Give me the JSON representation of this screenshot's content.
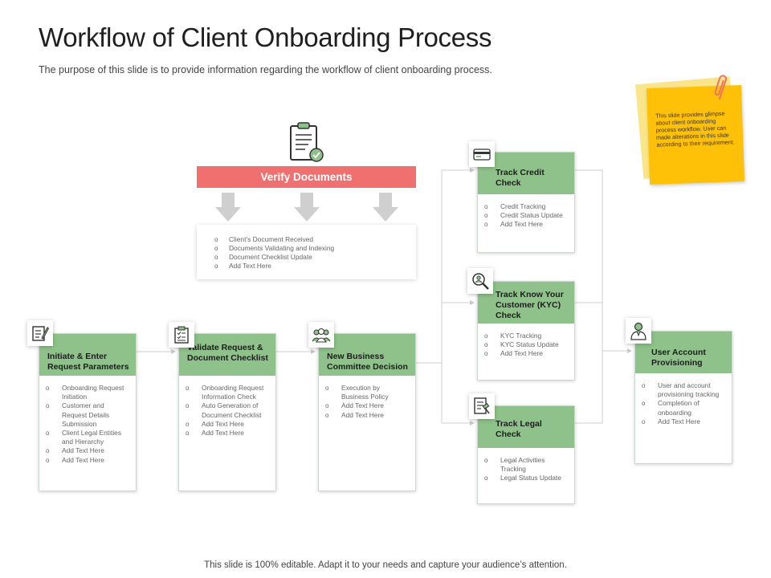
{
  "slide": {
    "title": "Workflow of Client Onboarding Process",
    "subtitle": "The purpose of this slide is to provide information regarding the workflow of client onboarding process.",
    "footer": "This slide is 100% editable. Adapt it to your needs and capture your audience’s attention.",
    "sticky_note": "This slide provides glimpse about client onboarding process workflow. User can made alterations in this slide according to their requirement."
  },
  "verify": {
    "title": "Verify Documents",
    "icon": "clipboard-check-icon",
    "items": [
      "Client’s Document Received",
      "Documents Validating  and Indexing",
      "Document Checklist Update",
      "Add Text Here"
    ]
  },
  "steps": [
    {
      "title": "Initiate & Enter Request Parameters",
      "icon": "form-edit-icon",
      "items": [
        "Onboarding Request Initiation",
        "Customer and Request Details Submission",
        "Client Legal Entities and Hierarchy",
        "Add Text  Here",
        "Add Text  Here"
      ]
    },
    {
      "title": "Validate Request & Document Checklist",
      "icon": "checklist-icon",
      "items": [
        "Onboarding Request Information Check",
        "Auto Generation of Document Checklist",
        "Add Text  Here",
        "Add Text  Here"
      ]
    },
    {
      "title": "New Business Committee Decision",
      "icon": "team-icon",
      "items": [
        "Execution by Business Policy",
        "Add Text  Here",
        "Add Text  Here"
      ]
    },
    {
      "title": "Track Credit Check",
      "icon": "credit-card-icon",
      "items": [
        "Credit Tracking",
        "Credit Status Update",
        "Add Text  Here"
      ]
    },
    {
      "title": "Track Know Your Customer (KYC) Check",
      "icon": "magnifier-person-icon",
      "items": [
        "KYC Tracking",
        "KYC Status Update",
        "Add Text  Here"
      ]
    },
    {
      "title": "Track Legal Check",
      "icon": "legal-document-icon",
      "items": [
        "Legal Activities Tracking",
        "Legal Status Update"
      ]
    },
    {
      "title": "User Account Provisioning",
      "icon": "user-icon",
      "items": [
        "User and account provisioning tracking",
        "Completion of onboarding",
        "Add Text  Here"
      ]
    }
  ],
  "colors": {
    "header_green": "#8fc28a",
    "verify_red": "#f07070",
    "sticky_yellow": "#ffc107"
  }
}
